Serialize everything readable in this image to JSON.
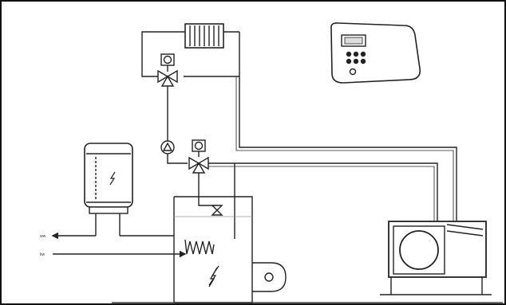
{
  "diagram": {
    "outlet_labels": [
      "ww",
      "kw"
    ],
    "components": [
      "radiator",
      "mixing-valve-upper",
      "circulation-pump",
      "mixing-valve-lower",
      "electric-water-heater",
      "buffer-tank",
      "heat-exchanger-coil",
      "blower-fan",
      "heat-pump-unit",
      "controller-panel"
    ]
  }
}
